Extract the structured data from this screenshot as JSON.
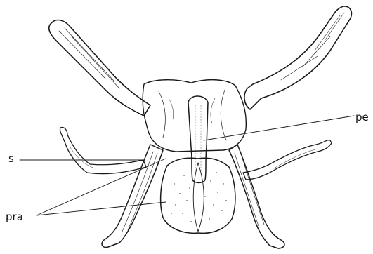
{
  "labels": {
    "s": "s",
    "pe": "pe",
    "pra": "pra"
  },
  "colors": {
    "ink": "#1a1a1a",
    "paper": "#ffffff"
  }
}
